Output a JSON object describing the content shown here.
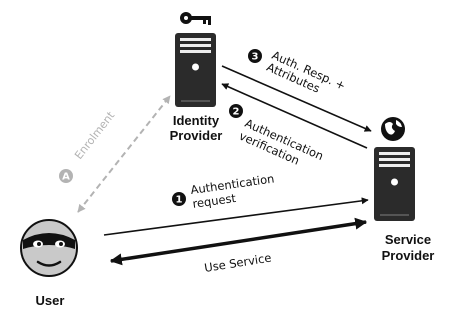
{
  "nodes": {
    "identity_provider": {
      "line1": "Identity",
      "line2": "Provider"
    },
    "service_provider": {
      "line1": "Service",
      "line2": "Provider"
    },
    "user": {
      "label": "User"
    }
  },
  "arrows": {
    "enrolment": {
      "number": "A",
      "label": "Enrolment"
    },
    "auth_request": {
      "number": "1",
      "line1": "Authentication",
      "line2": "request"
    },
    "auth_verification": {
      "number": "2",
      "line1": "Authentication",
      "line2": "verification"
    },
    "auth_response": {
      "number": "3",
      "line1": "Auth. Resp. +",
      "line2": "Attributes"
    },
    "use_service": {
      "label": "Use Service"
    }
  },
  "icons": {
    "idp": "key-icon",
    "sp": "globe-icon",
    "user": "masked-user-icon"
  },
  "colors": {
    "ink": "#111111",
    "faded": "#b3b3b3",
    "server": "#2b2b2b"
  }
}
